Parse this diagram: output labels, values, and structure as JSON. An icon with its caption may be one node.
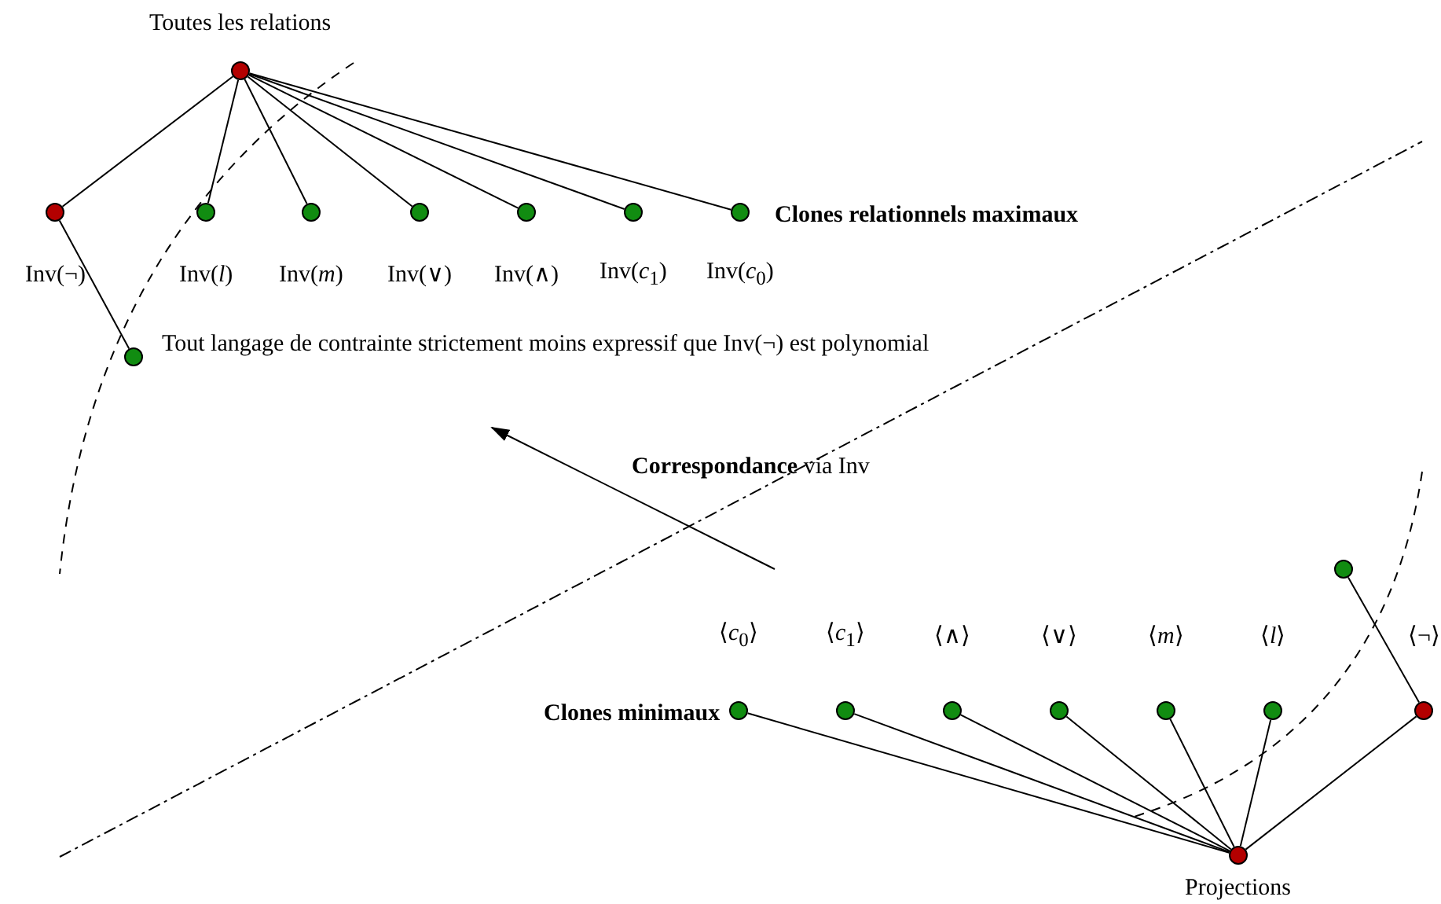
{
  "diagram": {
    "nodes": [
      {
        "text": [],
        "shape": "circle",
        "beside": [
          "Toutes les relations"
        ]
      },
      {
        "text": [],
        "shape": "circle",
        "beside": [
          "Inv(¬)"
        ]
      },
      {
        "text": [],
        "shape": "circle",
        "beside": [
          "Inv(*l*)"
        ]
      },
      {
        "text": [],
        "shape": "circle",
        "beside": [
          "Inv(*m*)"
        ]
      },
      {
        "text": [],
        "shape": "circle",
        "beside": [
          "Inv(∨)"
        ]
      },
      {
        "text": [],
        "shape": "circle",
        "beside": [
          "Inv(∧)"
        ]
      },
      {
        "text": [],
        "shape": "circle",
        "beside": [
          "Inv(*c*$_{1}$)"
        ]
      },
      {
        "text": [],
        "shape": "circle",
        "beside": [
          "Inv(*c*$_{0}$)"
        ]
      },
      {
        "text": [],
        "shape": "circle",
        "beside": [
          "Tout langage de contrainte strictement moins expressif que Inv(¬) est polynomial"
        ]
      },
      {
        "text": [],
        "shape": "circle",
        "beside": [
          "Projections"
        ]
      },
      {
        "text": [],
        "shape": "circle",
        "beside": [
          "⟨*c*$_{0}$⟩"
        ]
      },
      {
        "text": [],
        "shape": "circle",
        "beside": [
          "⟨*c*$_{1}$⟩"
        ]
      },
      {
        "text": [],
        "shape": "circle",
        "beside": [
          "⟨∧⟩"
        ]
      },
      {
        "text": [],
        "shape": "circle",
        "beside": [
          "⟨∨⟩"
        ]
      },
      {
        "text": [],
        "shape": "circle",
        "beside": [
          "⟨*m*⟩"
        ]
      },
      {
        "text": [],
        "shape": "circle",
        "beside": [
          "⟨*l*⟩"
        ]
      },
      {
        "text": [],
        "shape": "circle",
        "beside": [
          "⟨¬⟩"
        ]
      },
      {
        "text": [],
        "shape": "circle"
      }
    ],
    "edges": [
      {
        "from": 0,
        "to": 1,
        "arrow": "none"
      },
      {
        "from": 0,
        "to": 2,
        "arrow": "none"
      },
      {
        "from": 0,
        "to": 3,
        "arrow": "none"
      },
      {
        "from": 0,
        "to": 4,
        "arrow": "none"
      },
      {
        "from": 0,
        "to": 5,
        "arrow": "none"
      },
      {
        "from": 0,
        "to": 6,
        "arrow": "none"
      },
      {
        "from": 0,
        "to": 7,
        "arrow": "none"
      },
      {
        "from": 1,
        "to": 8,
        "arrow": "none"
      },
      {
        "from": 9,
        "to": 10,
        "arrow": "none"
      },
      {
        "from": 9,
        "to": 11,
        "arrow": "none"
      },
      {
        "from": 9,
        "to": 12,
        "arrow": "none"
      },
      {
        "from": 9,
        "to": 13,
        "arrow": "none"
      },
      {
        "from": 9,
        "to": 14,
        "arrow": "none"
      },
      {
        "from": 9,
        "to": 15,
        "arrow": "none"
      },
      {
        "from": 9,
        "to": 16,
        "arrow": "none"
      },
      {
        "from": 16,
        "to": 17,
        "arrow": "none"
      }
    ],
    "labels": [
      "Clones relationnels maximaux",
      "**Correspondance** via Inv",
      "Clones minimaux"
    ]
  }
}
